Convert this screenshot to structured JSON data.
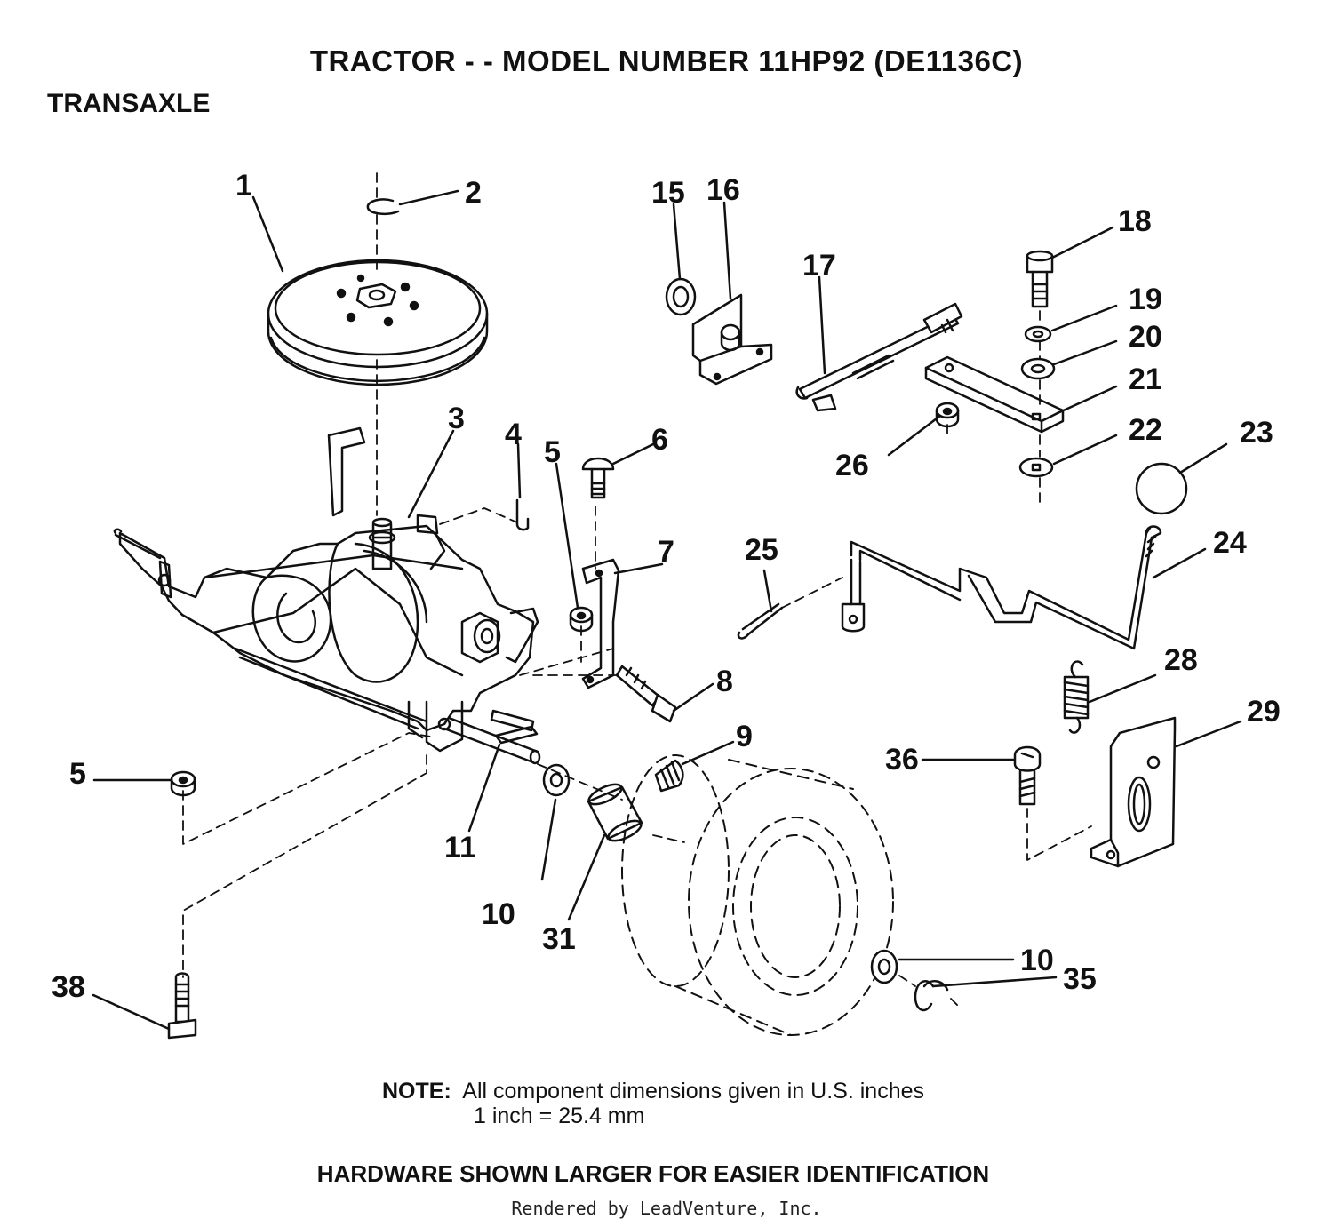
{
  "title": "TRACTOR - - MODEL NUMBER 11HP92 (DE1136C)",
  "section": "TRANSAXLE",
  "callouts": [
    "1",
    "2",
    "3",
    "4",
    "5",
    "6",
    "5",
    "7",
    "8",
    "9",
    "10",
    "11",
    "31",
    "10",
    "35",
    "36",
    "38",
    "15",
    "16",
    "17",
    "18",
    "19",
    "20",
    "21",
    "22",
    "23",
    "24",
    "25",
    "26",
    "28",
    "29"
  ],
  "note": {
    "label": "NOTE:",
    "line1": "All component dimensions given in U.S. inches",
    "line2": "1 inch = 25.4 mm"
  },
  "footer": "HARDWARE SHOWN LARGER FOR EASIER IDENTIFICATION",
  "credit": "Rendered by LeadVenture, Inc."
}
